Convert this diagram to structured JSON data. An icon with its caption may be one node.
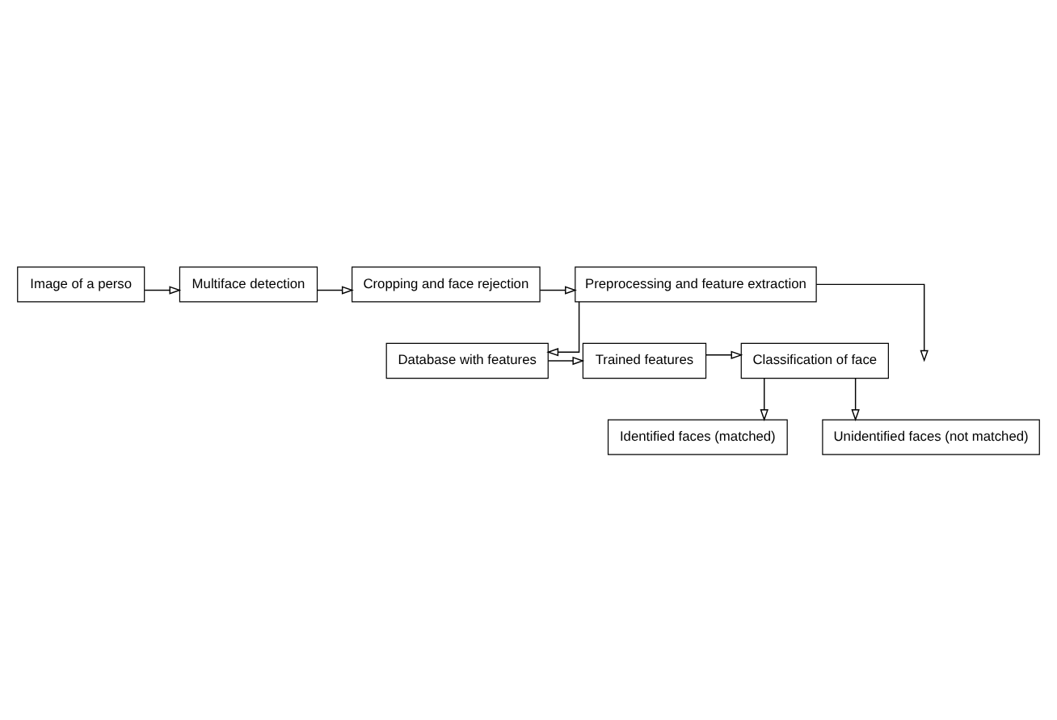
{
  "diagram": {
    "nodes": [
      {
        "text": [
          "Image of a perso"
        ]
      },
      {
        "text": [
          "Multiface detection"
        ]
      },
      {
        "text": [
          "Cropping and face rejection"
        ]
      },
      {
        "text": [
          "Preprocessing and feature extraction"
        ]
      },
      {
        "text": [
          "Database with features"
        ]
      },
      {
        "text": [
          "Trained features"
        ]
      },
      {
        "text": [
          "Classification of face"
        ]
      },
      {
        "text": [
          "Identified faces (matched)"
        ]
      },
      {
        "text": [
          "Unidentified faces (not matched)"
        ]
      }
    ],
    "edges": [
      {
        "from": 0,
        "to": 1,
        "arrow": "to"
      },
      {
        "from": 1,
        "to": 2,
        "arrow": "to"
      },
      {
        "from": 2,
        "to": 3,
        "arrow": "to"
      },
      {
        "from": 3,
        "to": 4,
        "arrow": "to"
      },
      {
        "from": 3,
        "to": null,
        "arrow": "to"
      },
      {
        "from": 4,
        "to": 5,
        "arrow": "to"
      },
      {
        "from": 5,
        "to": 6,
        "arrow": "to"
      },
      {
        "from": 6,
        "to": 7,
        "arrow": "to"
      },
      {
        "from": 6,
        "to": 8,
        "arrow": "to"
      }
    ]
  }
}
